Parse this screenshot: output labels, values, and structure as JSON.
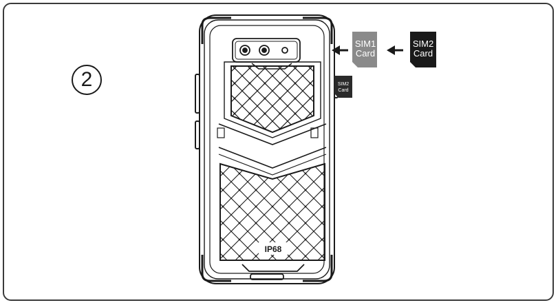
{
  "step_number": "2",
  "phone": {
    "marking": "IP68"
  },
  "cards": {
    "sim1": {
      "line1": "SIM1",
      "line2": "Card"
    },
    "sim2": {
      "line1": "SIM2",
      "line2": "Card"
    },
    "inserted": {
      "line1": "SIM2",
      "line2": "Card"
    }
  },
  "colors": {
    "line": "#1a1a1a",
    "sim1_fill": "#8a8a8a",
    "sim2_fill": "#1a1a1a",
    "card_text_light": "#ffffff"
  }
}
